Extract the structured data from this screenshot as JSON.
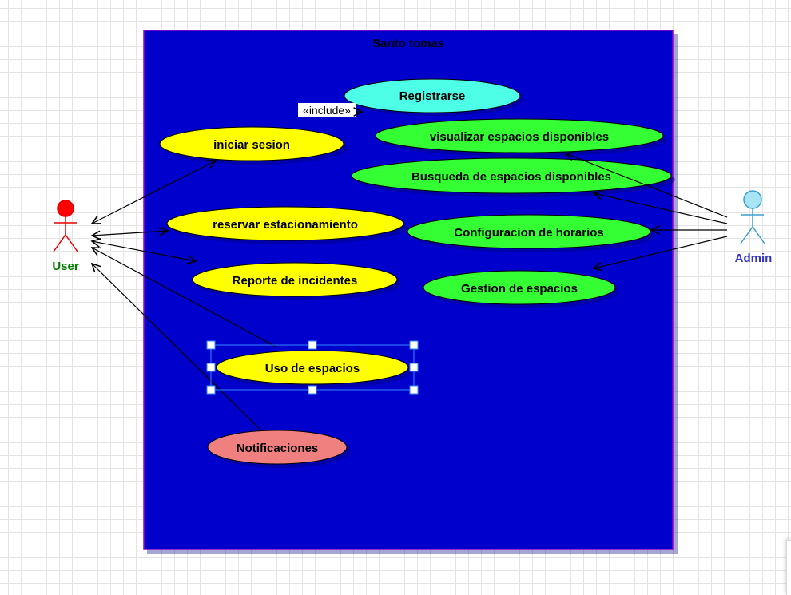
{
  "system": {
    "title": "Santo tomas"
  },
  "actors": {
    "user": {
      "label": "User",
      "color": "#e60000",
      "label_color": "#008000"
    },
    "admin": {
      "label": "Admin",
      "color": "#7fd3ec",
      "label_color": "#3333cc"
    }
  },
  "use_cases": {
    "registrarse": "Registrarse",
    "iniciar_sesion": "iniciar sesion",
    "visualizar": "visualizar espacios disponibles",
    "busqueda": "Busqueda de espacios disponibles",
    "reservar": "reservar estacionamiento",
    "configuracion": "Configuracion de horarios",
    "reporte": "Reporte de incidentes",
    "gestion": "Gestion de espacios",
    "uso": "Uso de espacios",
    "notificaciones": "Notificaciones"
  },
  "stereotype": "«include»",
  "colors": {
    "system_fill": "#0000cc",
    "system_border": "#9900cc",
    "yellow": "#ffff00",
    "green": "#33ff33",
    "cyan": "#4dffe6",
    "salmon": "#f08080",
    "selection": "#3388ff"
  }
}
